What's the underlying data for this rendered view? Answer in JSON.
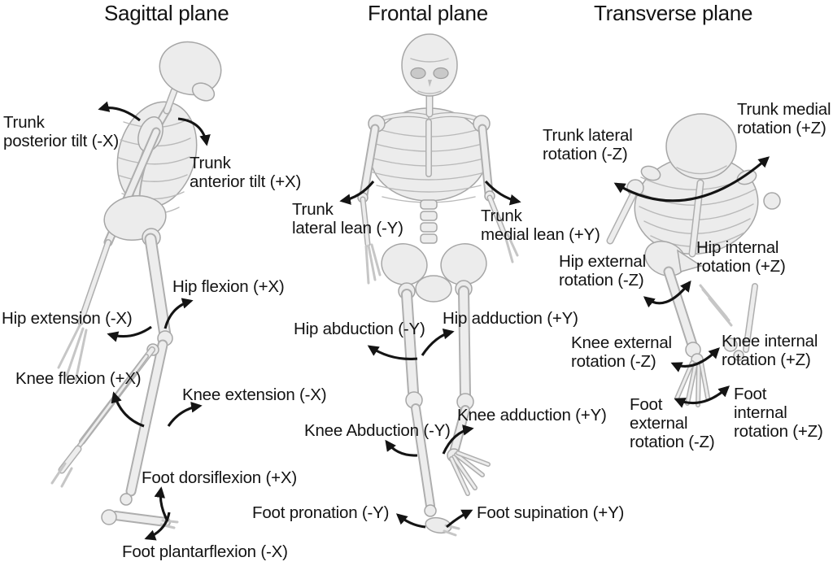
{
  "figure": {
    "panels": [
      {
        "title": "Sagittal plane",
        "axis": "X",
        "labels": [
          {
            "text": "Trunk\nposterior tilt (-X)"
          },
          {
            "text": "Trunk\nanterior tilt (+X)"
          },
          {
            "text": "Hip flexion (+X)"
          },
          {
            "text": "Hip extension (-X)"
          },
          {
            "text": "Knee flexion (+X)"
          },
          {
            "text": "Knee extension (-X)"
          },
          {
            "text": "Foot dorsiflexion (+X)"
          },
          {
            "text": "Foot plantarflexion (-X)"
          }
        ]
      },
      {
        "title": "Frontal plane",
        "axis": "Y",
        "labels": [
          {
            "text": "Trunk\nlateral lean (-Y)"
          },
          {
            "text": "Trunk\nmedial lean (+Y)"
          },
          {
            "text": "Hip abduction (-Y)"
          },
          {
            "text": "Hip adduction (+Y)"
          },
          {
            "text": "Knee Abduction (-Y)"
          },
          {
            "text": "Knee adduction (+Y)"
          },
          {
            "text": "Foot pronation (-Y)"
          },
          {
            "text": "Foot supination (+Y)"
          }
        ]
      },
      {
        "title": "Transverse plane",
        "axis": "Z",
        "labels": [
          {
            "text": "Trunk lateral\nrotation (-Z)"
          },
          {
            "text": "Trunk medial\nrotation (+Z)"
          },
          {
            "text": "Hip external\nrotation (-Z)"
          },
          {
            "text": "Hip internal\nrotation (+Z)"
          },
          {
            "text": "Knee external\nrotation (-Z)"
          },
          {
            "text": "Knee internal\nrotation (+Z)"
          },
          {
            "text": "Foot\nexternal\nrotation (-Z)"
          },
          {
            "text": "Foot\ninternal\nrotation (+Z)"
          }
        ]
      }
    ],
    "colors": {
      "background": "#ffffff",
      "text": "#131313",
      "arrow": "#141414",
      "bone_fill": "#ececec",
      "bone_outline": "#a6a6a6"
    }
  }
}
